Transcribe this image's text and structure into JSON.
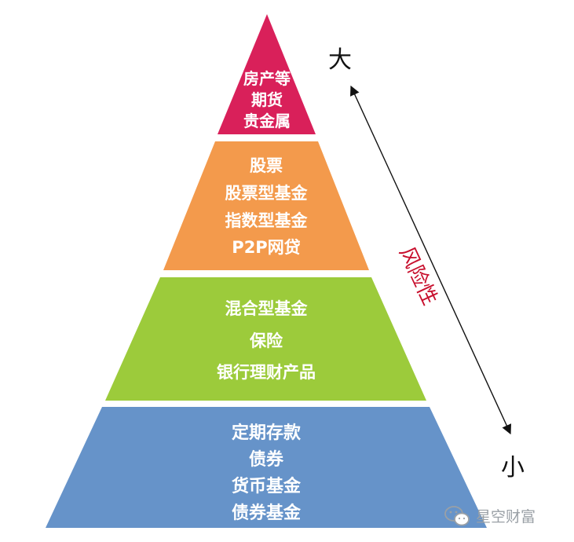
{
  "tiers": [
    {
      "color": "#d9205a",
      "lines": [
        "房产等",
        "期货",
        "贵金属"
      ]
    },
    {
      "color": "#f39a4c",
      "lines": [
        "股票",
        "股票型基金",
        "指数型基金",
        "P2P网贷"
      ]
    },
    {
      "color": "#9ccb3b",
      "lines": [
        "混合型基金",
        "保险",
        "银行理财产品"
      ]
    },
    {
      "color": "#6693c9",
      "lines": [
        "定期存款",
        "债券",
        "货币基金",
        "债券基金"
      ]
    }
  ],
  "risk_axis": {
    "top_label": "大",
    "bottom_label": "小",
    "title": "风险性",
    "title_color": "#c8102e"
  },
  "watermark": {
    "text": "星空财富",
    "icon": "wechat-icon"
  }
}
